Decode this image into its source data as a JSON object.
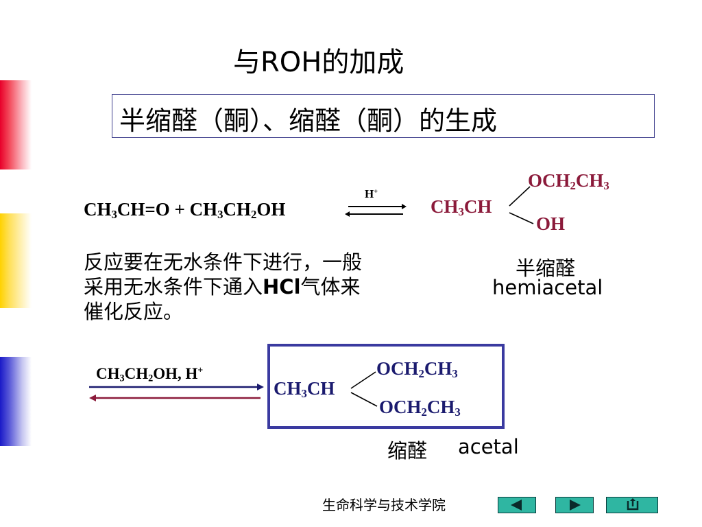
{
  "title": "与ROH的加成",
  "subtitle": "半缩醛（酮）、缩醛（酮）的生成",
  "reaction1": {
    "catalyst_h": "H",
    "catalyst_plus": "+",
    "reactant_a": [
      "CH",
      "3",
      "CH=O"
    ],
    "plus": "+",
    "reactant_b": [
      "CH",
      "3",
      "CH",
      "2",
      "OH"
    ],
    "product_left": [
      "CH",
      "3",
      "CH"
    ],
    "product_top": [
      "OCH",
      "2",
      "CH",
      "3"
    ],
    "product_bottom": "OH",
    "product_name_cn": "半缩醛",
    "product_name_en": "hemiacetal"
  },
  "note": {
    "line1": "反应要在无水条件下进行，一般",
    "line2_pre": "采用无水条件下通入",
    "line2_hcl": "HCl",
    "line2_post": "气体来",
    "line3": "催化反应。"
  },
  "reaction2": {
    "reagent": [
      "CH",
      "3",
      "CH",
      "2",
      "OH, H",
      "+"
    ],
    "product_left": [
      "CH",
      "3",
      "CH"
    ],
    "product_top": [
      "OCH",
      "2",
      "CH",
      "3"
    ],
    "product_bottom": [
      "OCH",
      "2",
      "CH",
      "3"
    ],
    "product_name_cn": "缩醛",
    "product_name_en": "acetal"
  },
  "footer": {
    "text": "生命科学与技术学院"
  },
  "colors": {
    "accent_red": "#e8002a",
    "accent_yellow": "#ffd200",
    "accent_blue": "#1a1ac8",
    "formula_maroon": "#8b1a3a",
    "formula_navy": "#1a1a6e",
    "box_border": "#3a3aa0",
    "nav_button": "#2fb6a2"
  },
  "icons": {
    "prev": "triangle-left-icon",
    "next": "triangle-right-icon",
    "return": "return-arrow-icon"
  }
}
